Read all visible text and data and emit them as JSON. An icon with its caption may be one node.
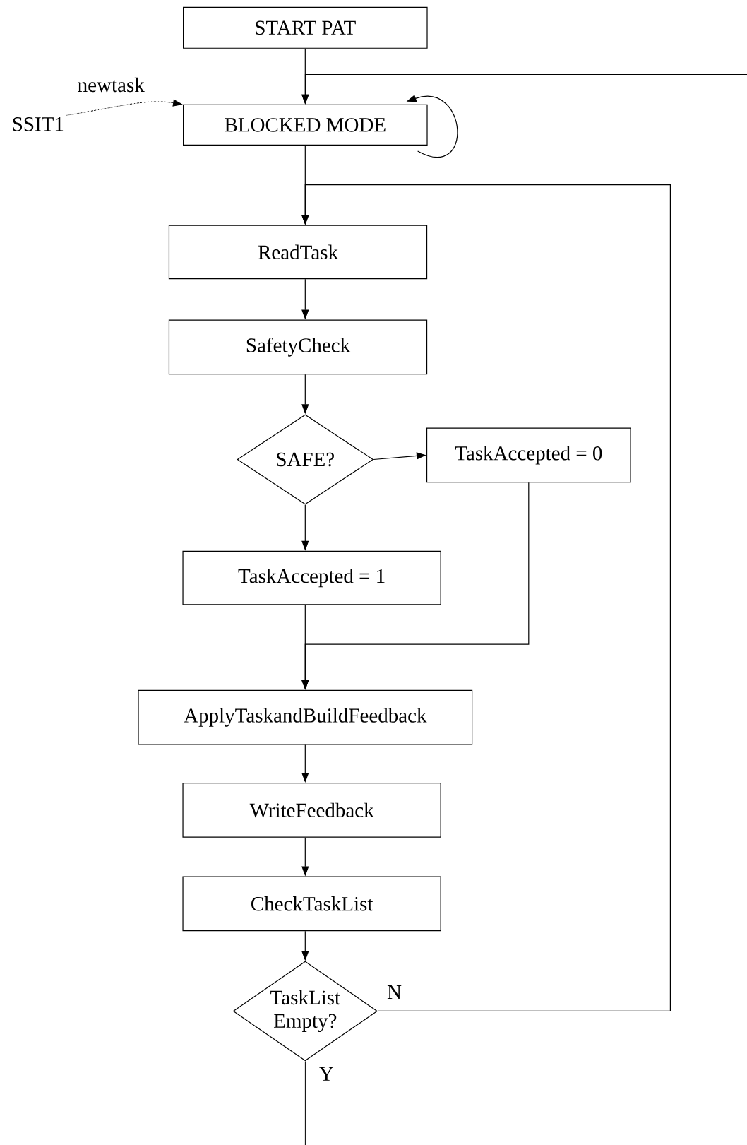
{
  "diagram": {
    "nodes": [
      {
        "text": [
          "START PAT"
        ]
      },
      {
        "text": [
          "BLOCKED MODE"
        ]
      },
      {
        "text": [
          "ReadTask"
        ]
      },
      {
        "text": [
          "SafetyCheck"
        ]
      },
      {
        "text": [
          "SAFE?"
        ]
      },
      {
        "text": [
          "TaskAccepted = 0"
        ]
      },
      {
        "text": [
          "TaskAccepted = 1"
        ]
      },
      {
        "text": [
          "ApplyTaskandBuildFeedback"
        ]
      },
      {
        "text": [
          "WriteFeedback"
        ]
      },
      {
        "text": [
          "CheckTaskList"
        ]
      },
      {
        "text": [
          "TaskList Empty?"
        ]
      },
      {
        "text": [
          "SSIT1"
        ]
      }
    ],
    "edges": [
      {
        "from": 0,
        "to": 1,
        "arrow": "to"
      },
      {
        "from": null,
        "to": 1,
        "arrow": "to"
      },
      {
        "from": 1,
        "to": 1,
        "arrow": "to"
      },
      {
        "from": 1,
        "to": 2,
        "arrow": "to"
      },
      {
        "from": 2,
        "to": 3,
        "arrow": "to"
      },
      {
        "from": 3,
        "to": 4,
        "arrow": "to"
      },
      {
        "from": 4,
        "to": 5,
        "arrow": "to"
      },
      {
        "from": 4,
        "to": 6,
        "arrow": "to"
      },
      {
        "from": 5,
        "to": 7,
        "arrow": "to"
      },
      {
        "from": 6,
        "to": 7,
        "arrow": "to"
      },
      {
        "from": 7,
        "to": 8,
        "arrow": "to"
      },
      {
        "from": 8,
        "to": 9,
        "arrow": "to"
      },
      {
        "from": 9,
        "to": 10,
        "arrow": "to"
      },
      {
        "from": 10,
        "to": 2,
        "arrow": "to",
        "label": "N"
      },
      {
        "from": 10,
        "to": null,
        "arrow": "none",
        "label": "Y"
      },
      {
        "from": 11,
        "to": 1,
        "arrow": "to",
        "label": "newtask",
        "style": "dashed"
      }
    ]
  }
}
